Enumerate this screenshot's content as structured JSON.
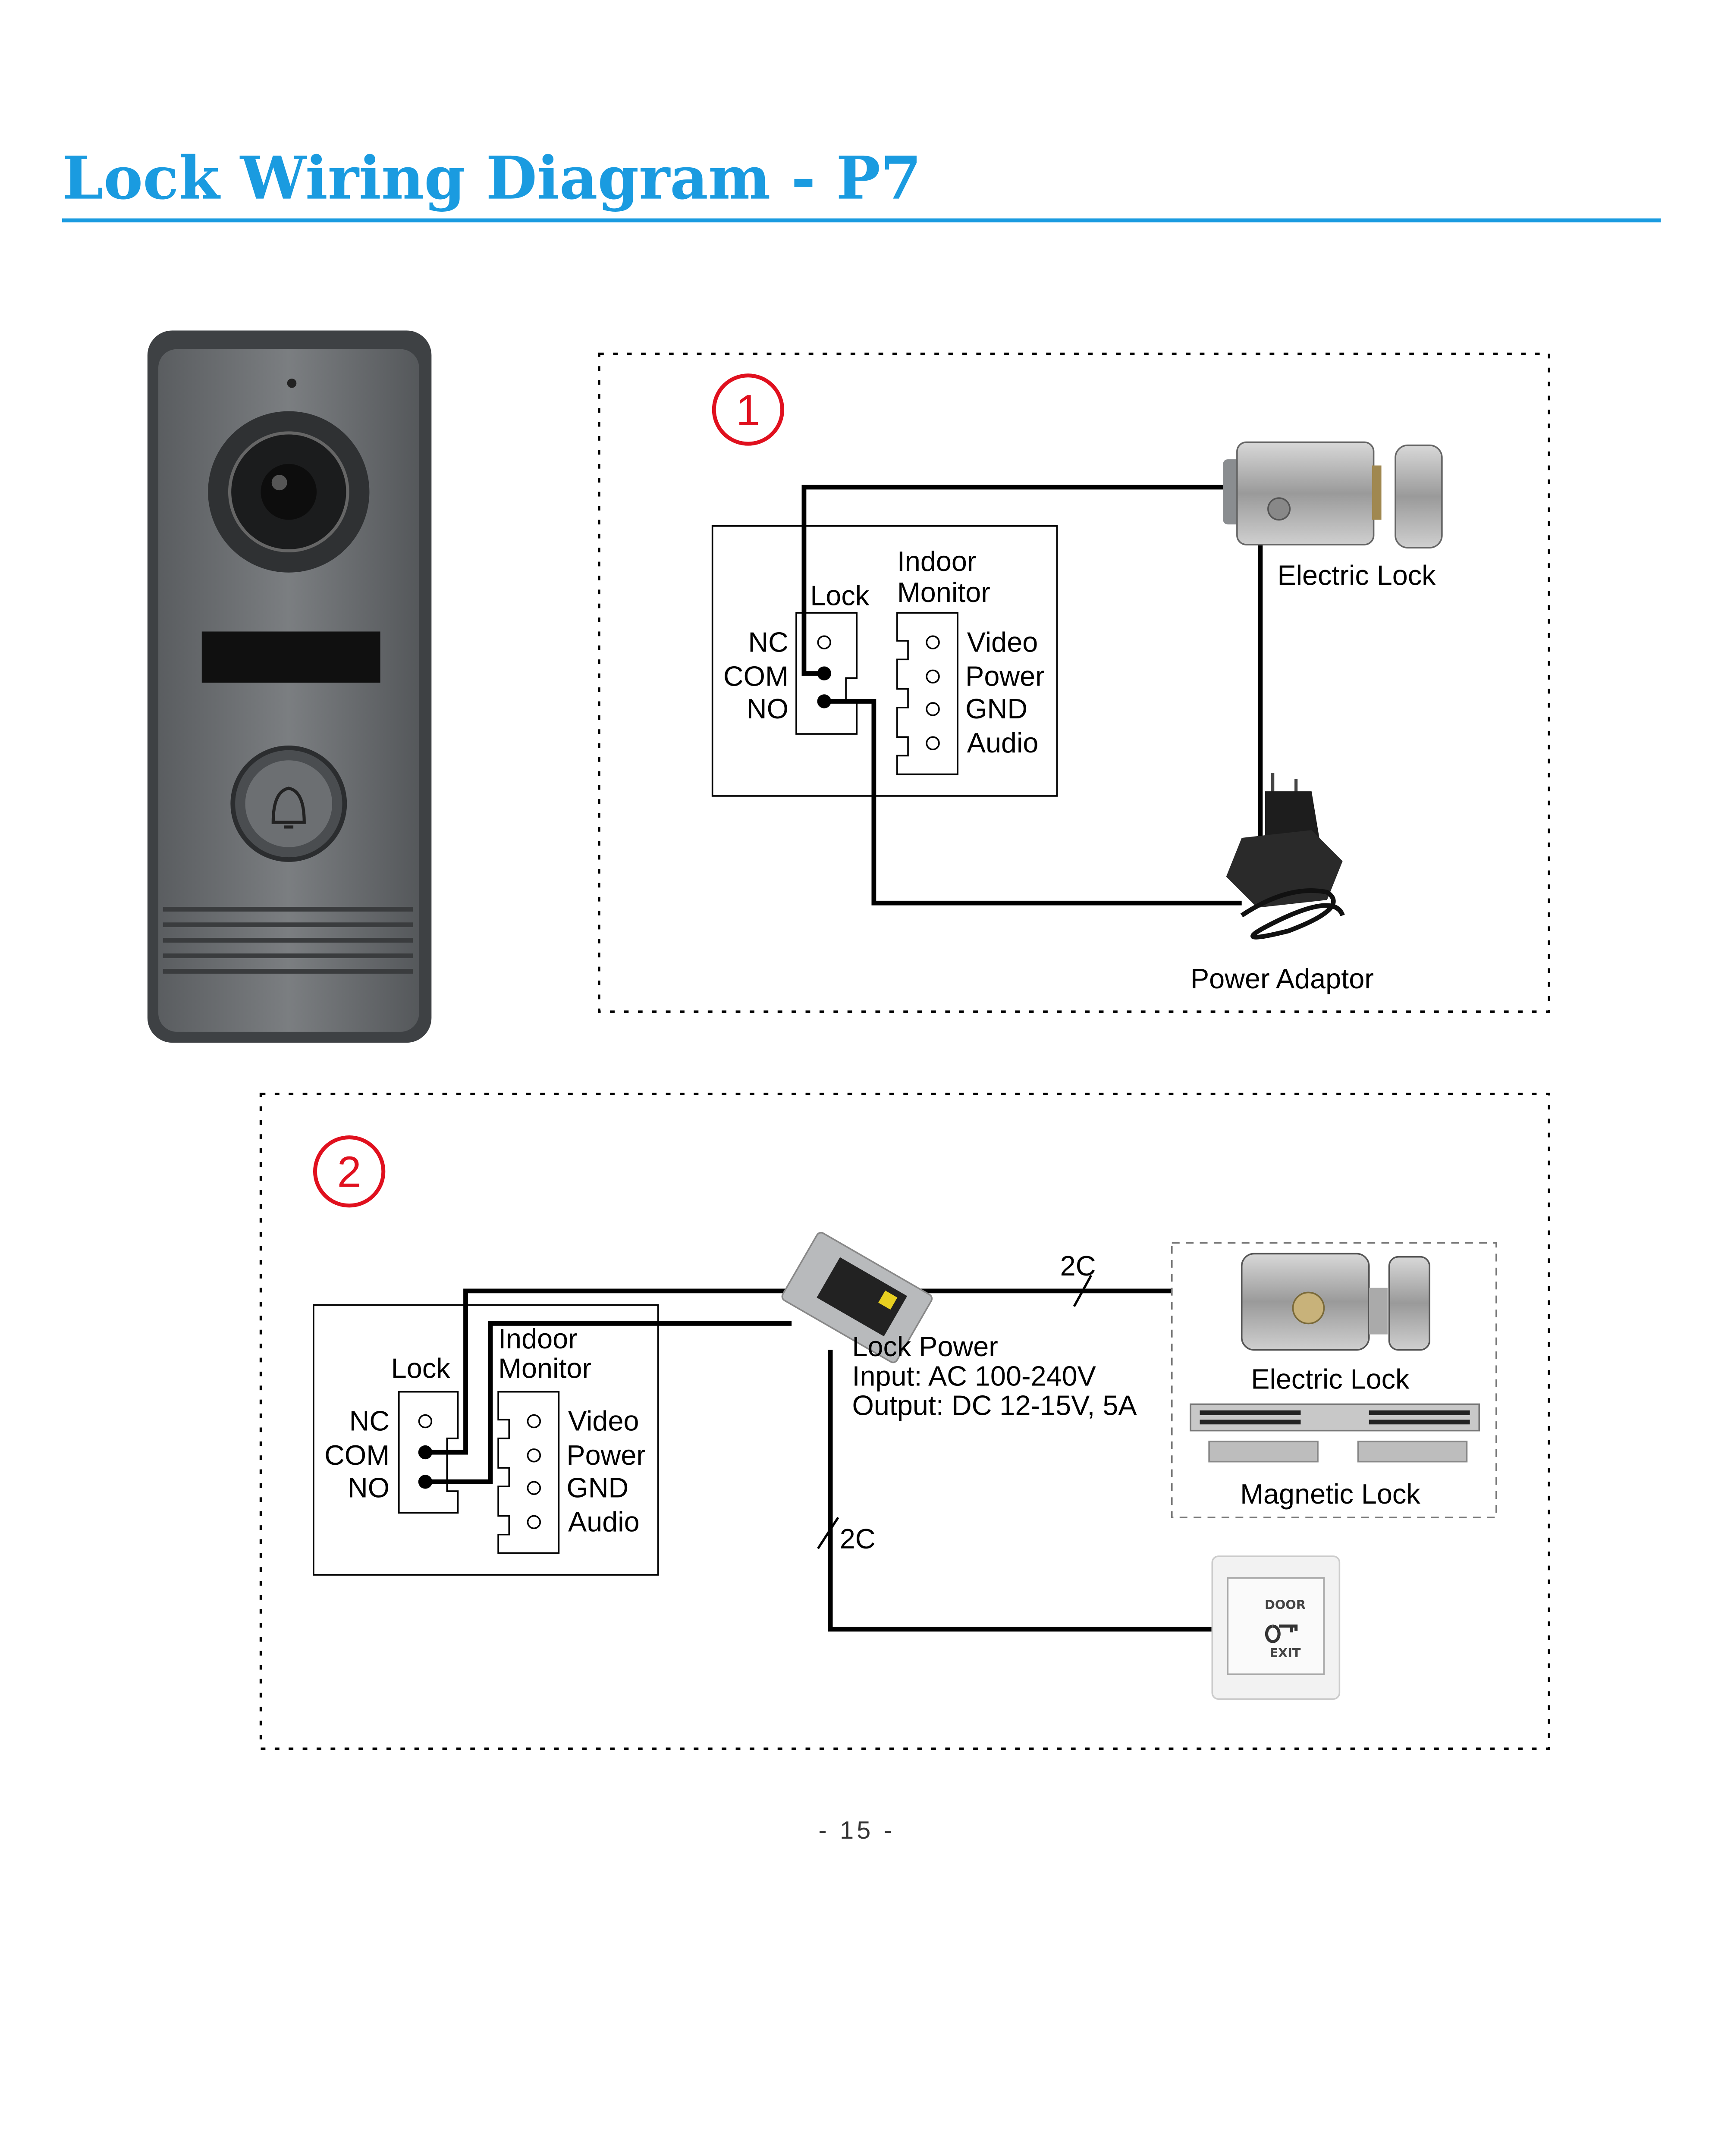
{
  "header": {
    "title": "Lock Wiring Diagram - P7",
    "accent_color": "#1a9be0"
  },
  "diagram1": {
    "number": "1",
    "monitor": {
      "indoor": "Indoor",
      "monitor": "Monitor",
      "lock": "Lock",
      "lock_terminals": [
        "NC",
        "COM",
        "NO"
      ],
      "monitor_terminals": [
        "Video",
        "Power",
        "GND",
        "Audio"
      ]
    },
    "electric_lock_label": "Electric Lock",
    "power_adaptor_label": "Power Adaptor"
  },
  "diagram2": {
    "number": "2",
    "monitor": {
      "indoor": "Indoor",
      "monitor": "Monitor",
      "lock": "Lock",
      "lock_terminals": [
        "NC",
        "COM",
        "NO"
      ],
      "monitor_terminals": [
        "Video",
        "Power",
        "GND",
        "Audio"
      ]
    },
    "lock_power": {
      "title": "Lock Power",
      "input": "Input: AC 100-240V",
      "output": "Output: DC 12-15V,  5A"
    },
    "cable_top": "2C",
    "cable_bottom": "2C",
    "electric_lock_label": "Electric Lock",
    "magnetic_lock_label": "Magnetic Lock",
    "exit_button": {
      "top": "DOOR",
      "bottom": "EXIT"
    }
  },
  "footer": {
    "page_number": "- 15 -"
  },
  "colors": {
    "number_circle": "#e0101e"
  }
}
